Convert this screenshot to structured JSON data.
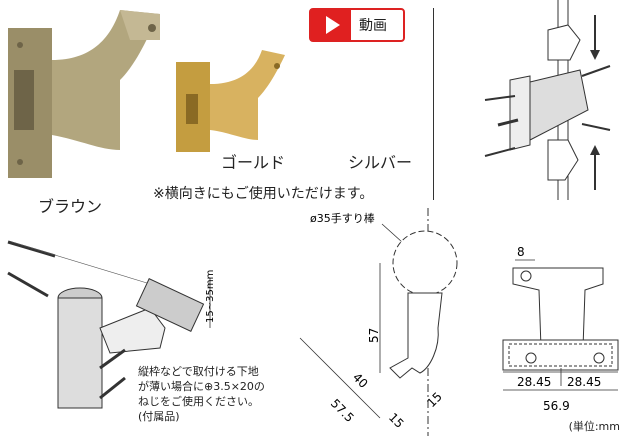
{
  "product_labels": {
    "brown": "ブラウン",
    "gold": "ゴールド",
    "silver": "シルバー"
  },
  "video_button": {
    "label": "動画",
    "icon": "play-icon",
    "color": "#e02020"
  },
  "orientation_note": "※横向きにもご使用いただけます。",
  "install_note": "縦枠などで取付ける下地が薄い場合に⊕3.5×20のねじをご使用ください。(付属品)",
  "dims_side": {
    "rail_label": "ø35手すり棒",
    "height": "57",
    "diag": "40",
    "diag_total": "57.5",
    "bottom1": "15",
    "bottom2": "15"
  },
  "dims_front": {
    "top": "8",
    "left_half": "28.45",
    "right_half": "28.45",
    "total": "56.9"
  },
  "range_label": "15~35mm",
  "unit": "(単位:mm",
  "colors": {
    "brown": "#a0946e",
    "gold": "#c8a550",
    "silver": "#a9adb4",
    "accent": "#e02020"
  }
}
